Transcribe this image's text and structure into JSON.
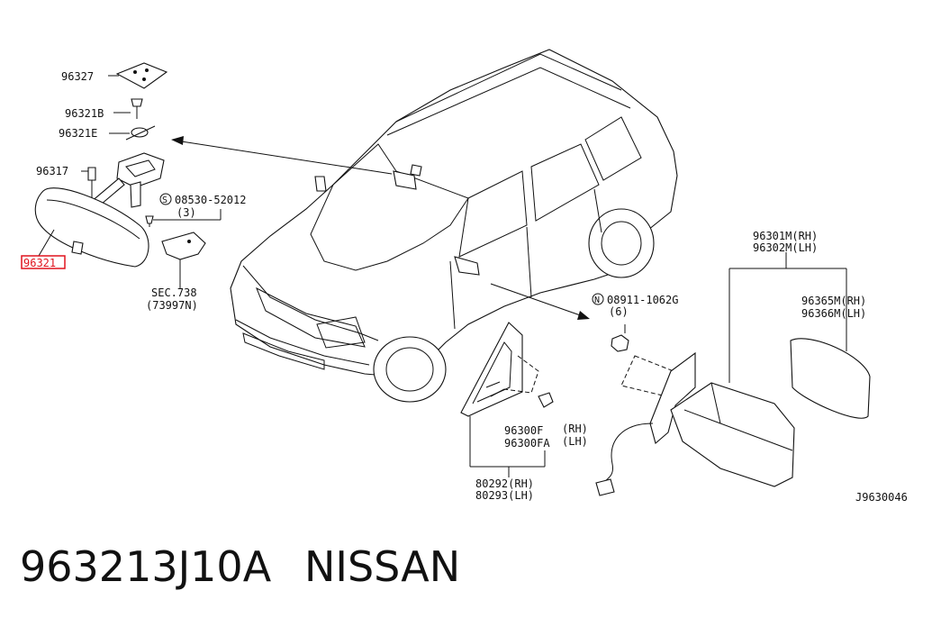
{
  "callouts": {
    "p96327": "96327",
    "p96321B": "96321B",
    "p96321E": "96321E",
    "p96317": "96317",
    "p96321": "96321",
    "s08530": "08530-52012",
    "s08530_qty": "(3)",
    "s08530_sym": "S",
    "sec738": "SEC.738",
    "sec738_sub": "(73997N)",
    "n08911": "08911-1062G",
    "n08911_qty": "(6)",
    "n08911_sym": "N",
    "p96301M": "96301M(RH)",
    "p96302M": "96302M(LH)",
    "p96365M": "96365M(RH)",
    "p96366M": "96366M(LH)",
    "p96300F": "96300F",
    "p96300F_side": "(RH)",
    "p96300FA": "96300FA",
    "p96300FA_side": "(LH)",
    "p80292": "80292(RH)",
    "p80293": "80293(LH)",
    "diagram_code": "J9630046"
  },
  "footer": {
    "part_number": "963213J10A",
    "brand": "NISSAN"
  },
  "colors": {
    "highlight": "#e0141e",
    "line": "#111111"
  }
}
